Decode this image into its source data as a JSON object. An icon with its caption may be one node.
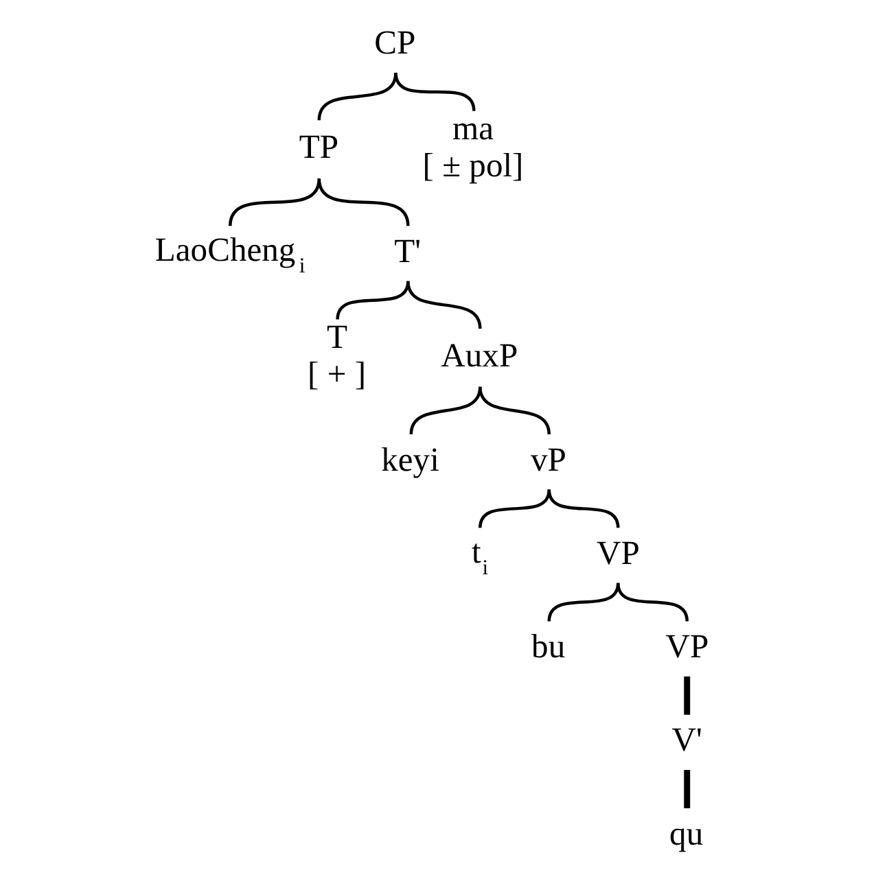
{
  "diagram": {
    "nodes": [
      {
        "text": [
          "CP"
        ]
      },
      {
        "text": [
          "TP"
        ]
      },
      {
        "text": [
          "ma",
          "[ ± pol]"
        ]
      },
      {
        "text": [
          "LaoCheng$_{i}$"
        ]
      },
      {
        "text": [
          "T'"
        ]
      },
      {
        "text": [
          "T",
          "[ + ]"
        ]
      },
      {
        "text": [
          "AuxP"
        ]
      },
      {
        "text": [
          "keyi"
        ]
      },
      {
        "text": [
          "vP"
        ]
      },
      {
        "text": [
          "t$_{i}$"
        ]
      },
      {
        "text": [
          "VP"
        ]
      },
      {
        "text": [
          "bu"
        ]
      },
      {
        "text": [
          "VP"
        ]
      },
      {
        "text": [
          "V'"
        ]
      },
      {
        "text": [
          "qu"
        ]
      }
    ],
    "edges": [
      {
        "from": 0,
        "to": 1,
        "arrow": "none"
      },
      {
        "from": 0,
        "to": 2,
        "arrow": "none"
      },
      {
        "from": 1,
        "to": 3,
        "arrow": "none"
      },
      {
        "from": 1,
        "to": 4,
        "arrow": "none"
      },
      {
        "from": 4,
        "to": 5,
        "arrow": "none"
      },
      {
        "from": 4,
        "to": 6,
        "arrow": "none"
      },
      {
        "from": 6,
        "to": 7,
        "arrow": "none"
      },
      {
        "from": 6,
        "to": 8,
        "arrow": "none"
      },
      {
        "from": 8,
        "to": 9,
        "arrow": "none"
      },
      {
        "from": 8,
        "to": 10,
        "arrow": "none"
      },
      {
        "from": 10,
        "to": 11,
        "arrow": "none"
      },
      {
        "from": 10,
        "to": 12,
        "arrow": "none"
      },
      {
        "from": 12,
        "to": 13,
        "arrow": "none",
        "style": "thick"
      },
      {
        "from": 13,
        "to": 14,
        "arrow": "none",
        "style": "thick"
      }
    ]
  }
}
